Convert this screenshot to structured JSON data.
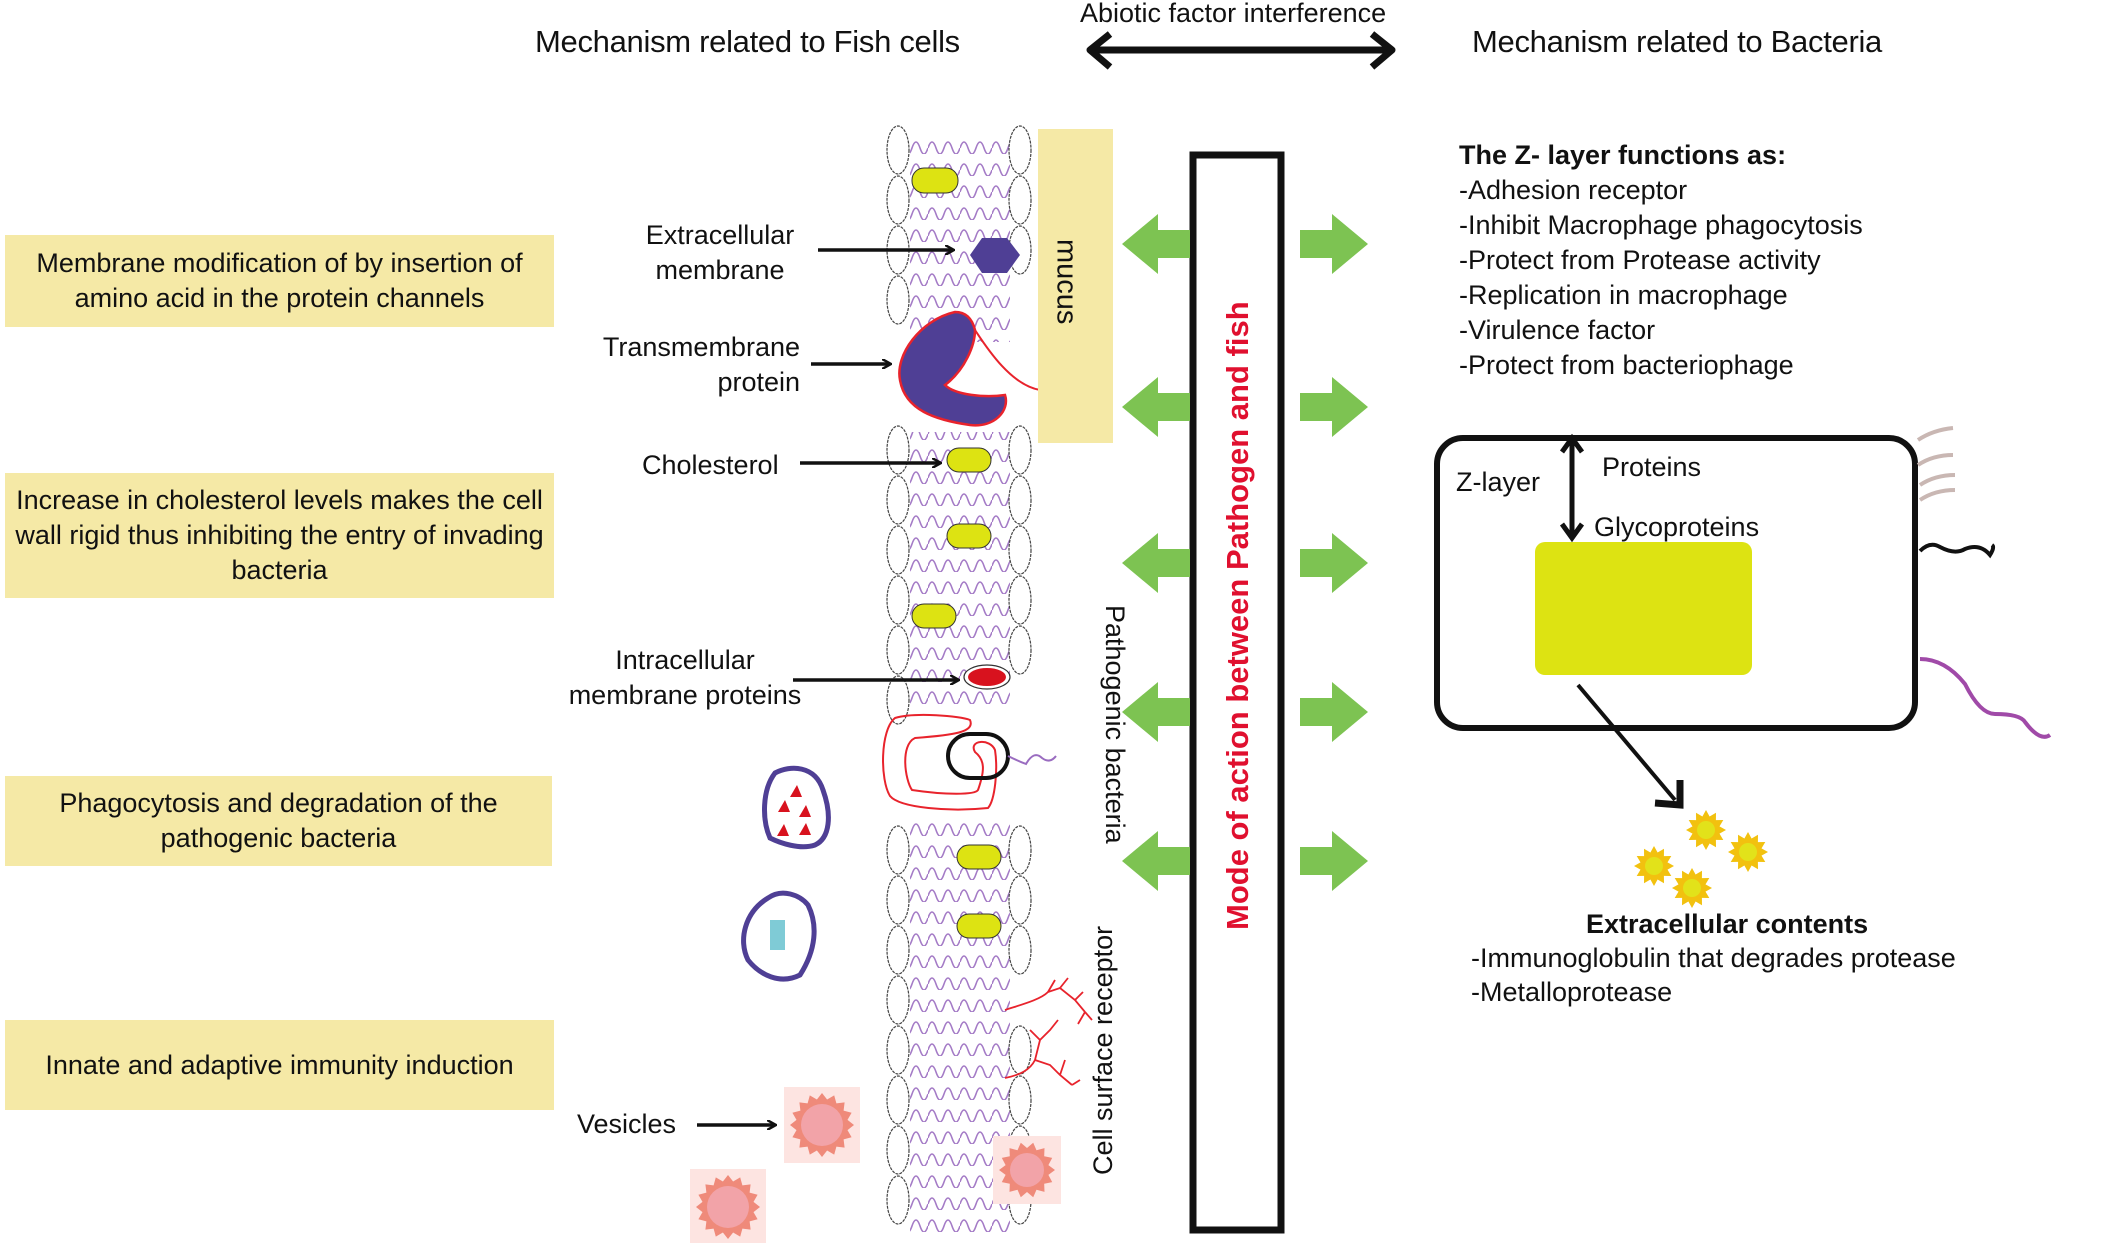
{
  "headers": {
    "fish": "Mechanism related to Fish cells",
    "abiotic": "Abiotic factor interference",
    "bacteria": "Mechanism related to Bacteria"
  },
  "fish_mechanisms": [
    {
      "text": "Membrane modification of by insertion of amino acid in the protein channels"
    },
    {
      "text": "Increase in cholesterol levels makes the cell wall rigid thus inhibiting the entry of invading bacteria"
    },
    {
      "text": "Phagocytosis and degradation of the pathogenic bacteria"
    },
    {
      "text": "Innate and adaptive immunity induction"
    }
  ],
  "membrane_labels": {
    "extracellular": [
      "Extracellular",
      "membrane"
    ],
    "transmembrane": [
      "Transmembrane",
      "protein"
    ],
    "cholesterol": "Cholesterol",
    "intracellular": [
      "Intracellular",
      "membrane proteins"
    ],
    "vesicles": "Vesicles"
  },
  "mucus_label": "mucus",
  "vertical_labels": {
    "pathogenic_bacteria": "Pathogenic bacteria",
    "cell_surface_receptor": "Cell surface receptor"
  },
  "center_box": {
    "title": "Mode of action between Pathogen and fish",
    "title_color": "#e0102f"
  },
  "z_layer": {
    "title": "The Z- layer functions as:",
    "items": [
      "-Adhesion receptor",
      "-Inhibit Macrophage phagocytosis",
      "-Protect from Protease activity",
      "-Replication in macrophage",
      "-Virulence factor",
      "-Protect from bacteriophage"
    ]
  },
  "bacterium": {
    "z_layer_label": "Z-layer",
    "proteins_label": "Proteins",
    "glycoproteins_label": "Glycoproteins"
  },
  "extracellular_contents": {
    "title": "Extracellular contents",
    "items": [
      "-Immunoglobulin that degrades protease",
      "-Metalloprotease"
    ]
  },
  "colors": {
    "box_fill": "#f5e9a6",
    "arrow_green": "#7dc352",
    "cholesterol_yellow": "#dde312",
    "protein_purple": "#4f3f95",
    "lipid_tail_purple": "#9a6cc0",
    "red_accent": "#e8232c",
    "vesicle_pink": "#f2a3a8",
    "vesicle_ring": "#ef8a7a",
    "cyan_block": "#7fcbd6",
    "flagellum_purple": "#a04aa8",
    "pili_beige": "#c9b7b3"
  }
}
